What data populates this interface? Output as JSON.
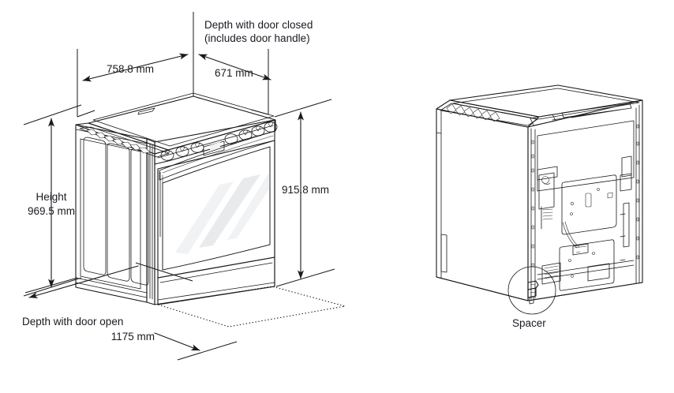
{
  "document": {
    "type": "appliance-installation-dimension-diagram",
    "background_color": "#ffffff",
    "text_color": "#1a1a22"
  },
  "left_view": {
    "name": "slide-in-range-front-isometric-view",
    "notes": {
      "depth_closed_line1": "Depth with door closed",
      "depth_closed_line2": "(includes door handle)"
    },
    "dimensions": {
      "width": "758.8 mm",
      "depth_closed": "671 mm",
      "height_label": "Height",
      "height_value": "969.5 mm",
      "cooktop_height": "915.8 mm",
      "depth_open_label": "Depth with door open",
      "depth_open_value": "1175 mm"
    }
  },
  "right_view": {
    "name": "range-rear-isometric-view",
    "callout": "Spacer"
  }
}
